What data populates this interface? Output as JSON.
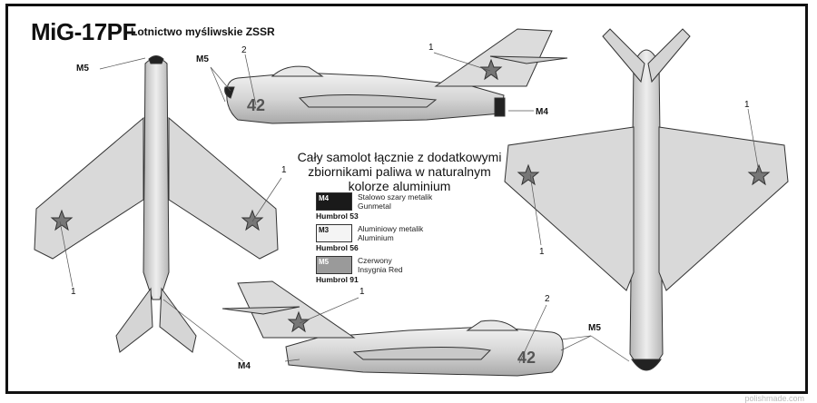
{
  "title": "MiG-17PF",
  "subtitle": "Lotnictwo myśliwskie ZSSR",
  "note": "Cały samolot łącznie z dodatkowymi zbiornikami paliwa w naturalnym kolorze aluminium",
  "legend": [
    {
      "code": "M4",
      "name_pl": "Stalowo szary metalik",
      "name_en": "Gunmetal",
      "paint": "Humbrol 53",
      "color": "#1a1a1a"
    },
    {
      "code": "M3",
      "name_pl": "Aluminiowy metalik",
      "name_en": "Aluminium",
      "paint": "Humbrol 56",
      "color": "#f4f4f4"
    },
    {
      "code": "M5",
      "name_pl": "Czerwony",
      "name_en": "Insygnia Red",
      "paint": "Humbrol 91",
      "color": "#9a9a9a"
    }
  ],
  "callouts": {
    "m5": "M5",
    "m4": "M4",
    "one": "1",
    "two": "2"
  },
  "aircraft_number": "42",
  "watermark": "polishmade.com"
}
